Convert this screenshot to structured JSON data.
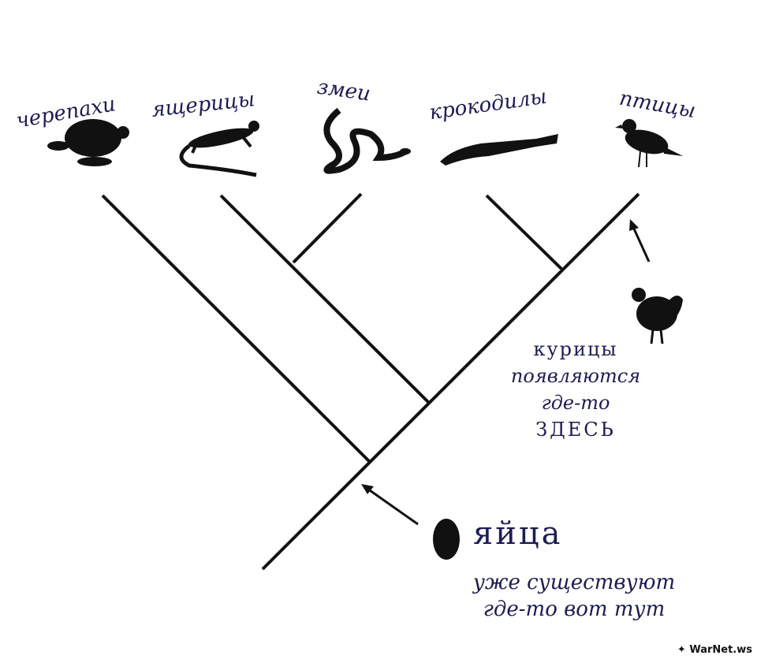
{
  "taxa": {
    "turtles": "черепахи",
    "lizards": "ящерицы",
    "snakes": "змеи",
    "crocodiles": "крокодилы",
    "birds": "птицы"
  },
  "chicken_note": {
    "line1": "курицы",
    "line2": "появляются",
    "line3": "где-то",
    "line4": "ЗДЕСЬ"
  },
  "egg_note": {
    "title": "яйца",
    "line1": "уже существуют",
    "line2": "где-то вот тут"
  },
  "watermark": "WarNet.ws",
  "colors": {
    "ink": "#1c1c55",
    "tree": "#111111"
  }
}
